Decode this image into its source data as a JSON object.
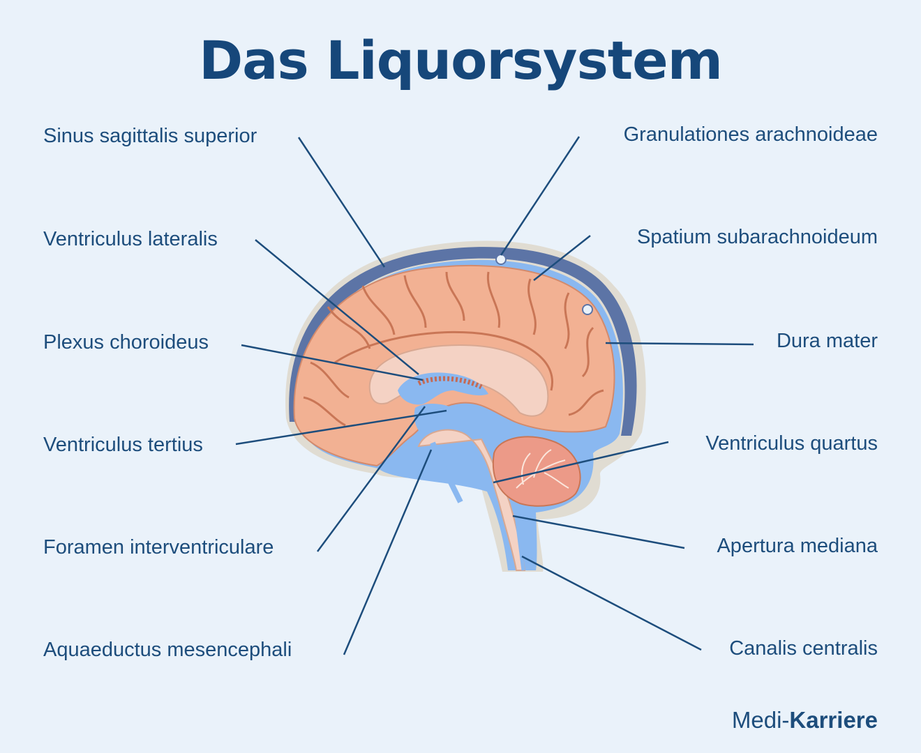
{
  "title": "Das Liquorsystem",
  "labels": {
    "sinus_sagittalis": "Sinus sagittalis superior",
    "ventriculus_lateralis": "Ventriculus lateralis",
    "plexus_choroideus": "Plexus choroideus",
    "ventriculus_tertius": "Ventriculus tertius",
    "foramen_interventriculare": "Foramen interventriculare",
    "aquaeductus": "Aquaeductus mesencephali",
    "granulationes": "Granulationes arachnoideae",
    "spatium": "Spatium subarachnoideum",
    "dura_mater": "Dura mater",
    "ventriculus_quartus": "Ventriculus quartus",
    "apertura_mediana": "Apertura mediana",
    "canalis_centralis": "Canalis centralis"
  },
  "brand": {
    "part1": "Medi-",
    "part2": "Karriere"
  },
  "colors": {
    "background": "#eaf2fa",
    "title": "#16477a",
    "text": "#1d4d7c",
    "leader": "#1d4d7c",
    "dura": "#5c74a6",
    "csf": "#8ab8f0",
    "cortex": "#f2b193",
    "inner": "#f4d2c4",
    "cerebellum": "#ec9a88"
  }
}
